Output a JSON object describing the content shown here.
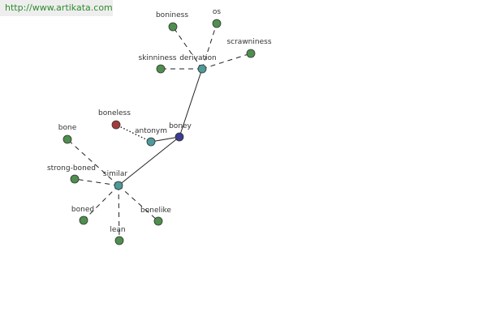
{
  "watermark": "http://www.artikata.com",
  "colors": {
    "word": "#4e8f4e",
    "relation": "#4e9a9a",
    "center": "#3b3b8f",
    "antonym": "#a33b3b"
  },
  "nodes": [
    {
      "id": "boney",
      "label": "boney",
      "kind": "center"
    },
    {
      "id": "derivation",
      "label": "derivation",
      "kind": "relation"
    },
    {
      "id": "antonym",
      "label": "antonym",
      "kind": "relation"
    },
    {
      "id": "similar",
      "label": "similar",
      "kind": "relation"
    },
    {
      "id": "boniness",
      "label": "boniness",
      "kind": "word"
    },
    {
      "id": "os",
      "label": "os",
      "kind": "word"
    },
    {
      "id": "skinniness",
      "label": "skinniness",
      "kind": "word"
    },
    {
      "id": "scrawniness",
      "label": "scrawniness",
      "kind": "word"
    },
    {
      "id": "boneless",
      "label": "boneless",
      "kind": "antonym"
    },
    {
      "id": "bone",
      "label": "bone",
      "kind": "word"
    },
    {
      "id": "strong-boned",
      "label": "strong-boned",
      "kind": "word"
    },
    {
      "id": "boned",
      "label": "boned",
      "kind": "word"
    },
    {
      "id": "bonelike",
      "label": "bonelike",
      "kind": "word"
    },
    {
      "id": "lean",
      "label": "lean",
      "kind": "word"
    }
  ],
  "edges": [
    {
      "from": "boney",
      "to": "derivation",
      "style": "solid"
    },
    {
      "from": "boney",
      "to": "antonym",
      "style": "solid"
    },
    {
      "from": "boney",
      "to": "similar",
      "style": "solid"
    },
    {
      "from": "derivation",
      "to": "boniness",
      "style": "dashed"
    },
    {
      "from": "derivation",
      "to": "os",
      "style": "dashed"
    },
    {
      "from": "derivation",
      "to": "skinniness",
      "style": "dashed"
    },
    {
      "from": "derivation",
      "to": "scrawniness",
      "style": "dashed"
    },
    {
      "from": "antonym",
      "to": "boneless",
      "style": "dotted"
    },
    {
      "from": "similar",
      "to": "bone",
      "style": "dashed"
    },
    {
      "from": "similar",
      "to": "strong-boned",
      "style": "dashed"
    },
    {
      "from": "similar",
      "to": "boned",
      "style": "dashed"
    },
    {
      "from": "similar",
      "to": "bonelike",
      "style": "dashed"
    },
    {
      "from": "similar",
      "to": "lean",
      "style": "dashed"
    }
  ]
}
